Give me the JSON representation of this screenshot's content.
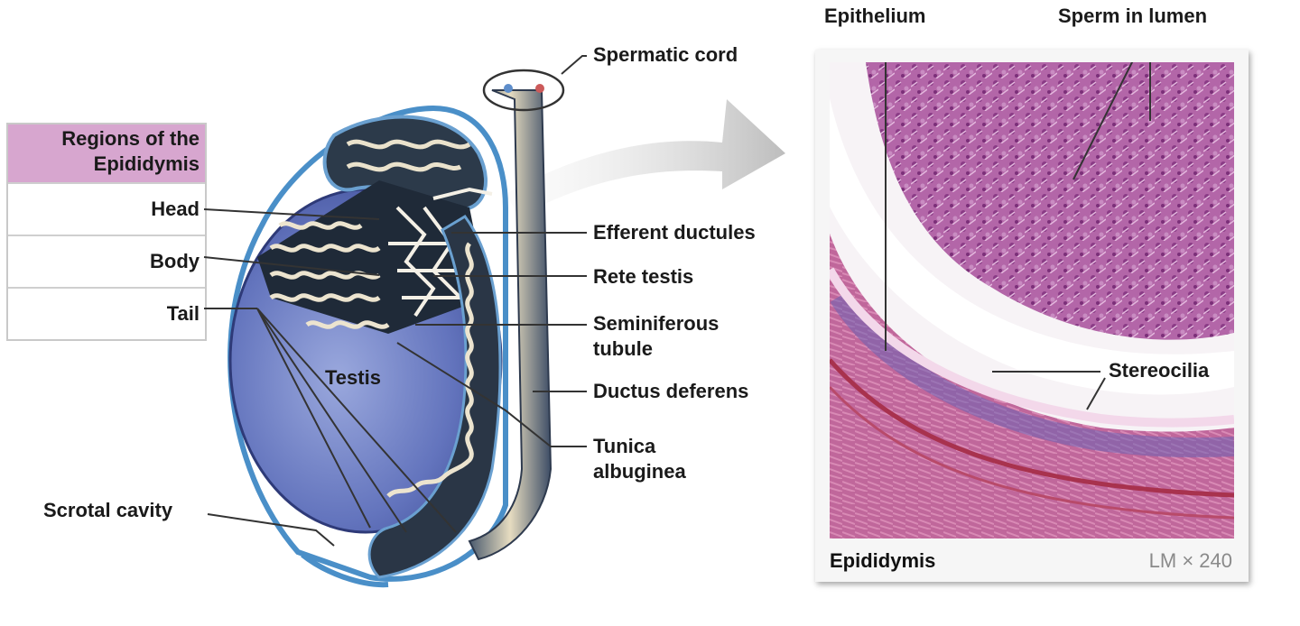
{
  "table": {
    "header": "Regions of the Epididymis",
    "rows": [
      "Head",
      "Body",
      "Tail"
    ]
  },
  "labels": {
    "spermatic_cord": "Spermatic cord",
    "efferent_ductules": "Efferent ductules",
    "rete_testis": "Rete testis",
    "seminiferous_tubule": "Seminiferous tubule",
    "ductus_deferens": "Ductus deferens",
    "tunica_albuginea": "Tunica albuginea",
    "testis": "Testis",
    "scrotal_cavity": "Scrotal cavity",
    "epithelium": "Epithelium",
    "sperm_in_lumen": "Sperm in lumen",
    "stereocilia": "Stereocilia"
  },
  "micrograph": {
    "caption": "Epididymis",
    "magnification": "LM × 240"
  },
  "colors": {
    "testis": "#5d6fb8",
    "tunica": "#7fb6dc",
    "tubule": "#e9dfc8",
    "table_header": "#d7a6cf",
    "tissue": "#b65fa6",
    "arrow": "#c9c9c9"
  }
}
